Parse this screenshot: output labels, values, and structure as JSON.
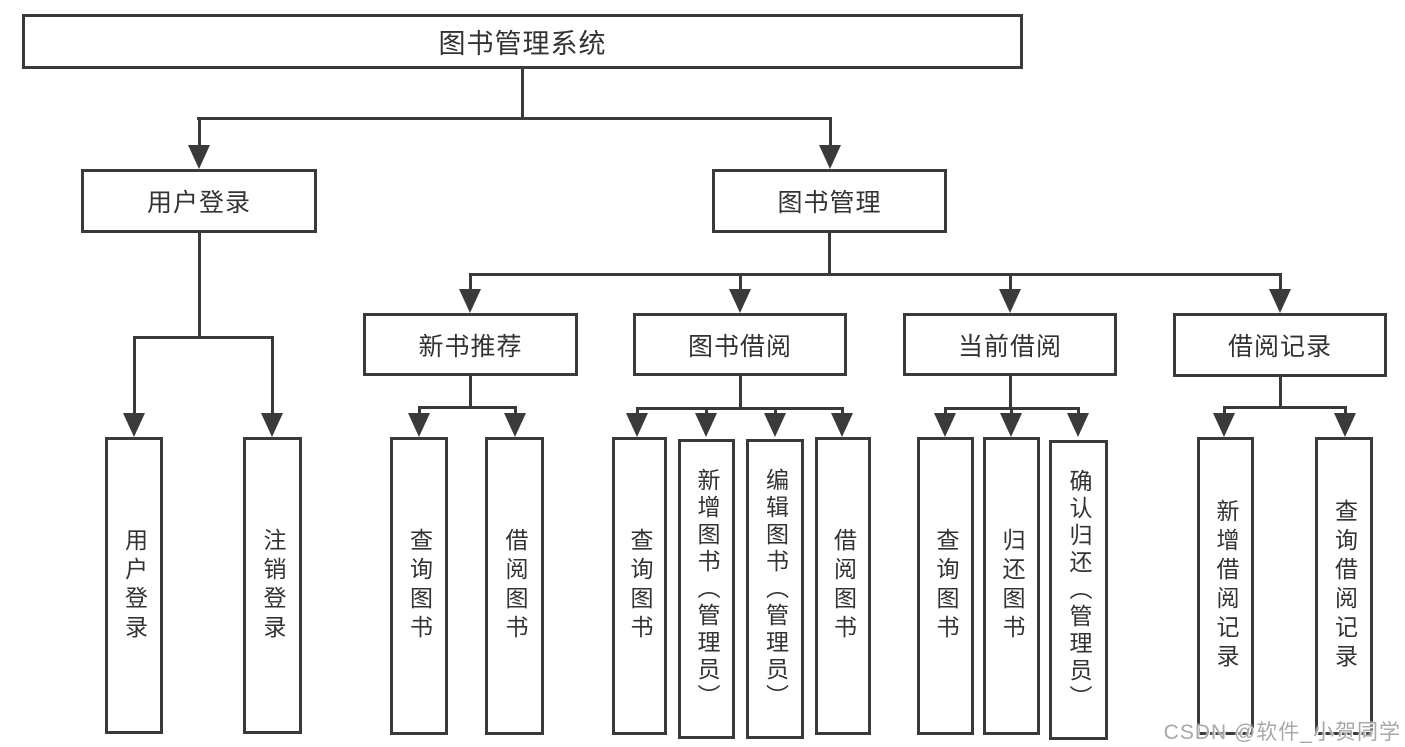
{
  "diagram": {
    "root": "图书管理系统",
    "level2": {
      "user_login": "用户登录",
      "book_mgmt": "图书管理"
    },
    "level3": {
      "new_books": "新书推荐",
      "borrow": "图书借阅",
      "current": "当前借阅",
      "records": "借阅记录"
    },
    "leaves": {
      "user_login": [
        "用户登录",
        "注销登录"
      ],
      "new_books": [
        "查询图书",
        "借阅图书"
      ],
      "borrow": [
        "查询图书",
        "新增图书（管理员）",
        "编辑图书（管理员）",
        "借阅图书"
      ],
      "current": [
        "查询图书",
        "归还图书",
        "确认归还（管理员）"
      ],
      "records": [
        "新增借阅记录",
        "查询借阅记录"
      ]
    }
  },
  "watermark": "CSDN @软件_小贺同学",
  "colors": {
    "line": "#3a3a3a",
    "text": "#333333",
    "watermark": "#a8a8a8",
    "background": "#ffffff"
  }
}
